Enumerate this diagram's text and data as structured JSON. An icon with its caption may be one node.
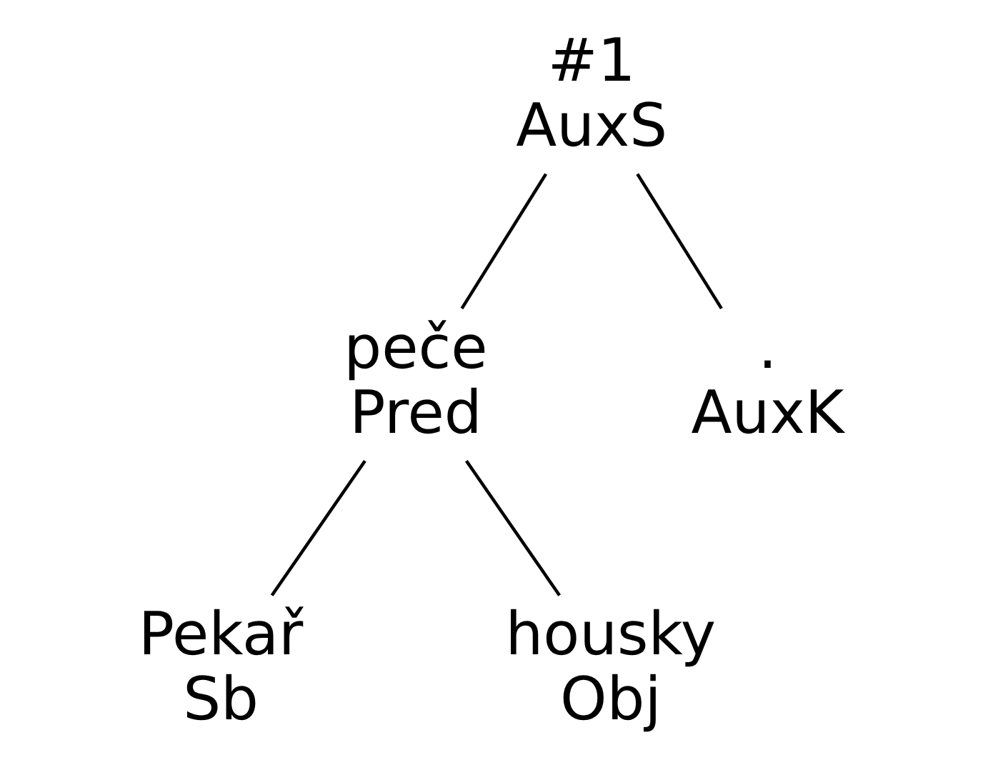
{
  "diagram": {
    "nodes": [
      {
        "text": [
          "#1",
          "AuxS"
        ]
      },
      {
        "text": [
          "peče",
          "Pred"
        ]
      },
      {
        "text": [
          ".",
          "AuxK"
        ]
      },
      {
        "text": [
          "Pekař",
          "Sb"
        ]
      },
      {
        "text": [
          "housky",
          "Obj"
        ]
      }
    ],
    "edges": [
      {
        "from": 0,
        "to": 1,
        "arrow": "none"
      },
      {
        "from": 0,
        "to": 2,
        "arrow": "none"
      },
      {
        "from": 1,
        "to": 3,
        "arrow": "none"
      },
      {
        "from": 1,
        "to": 4,
        "arrow": "none"
      }
    ]
  }
}
